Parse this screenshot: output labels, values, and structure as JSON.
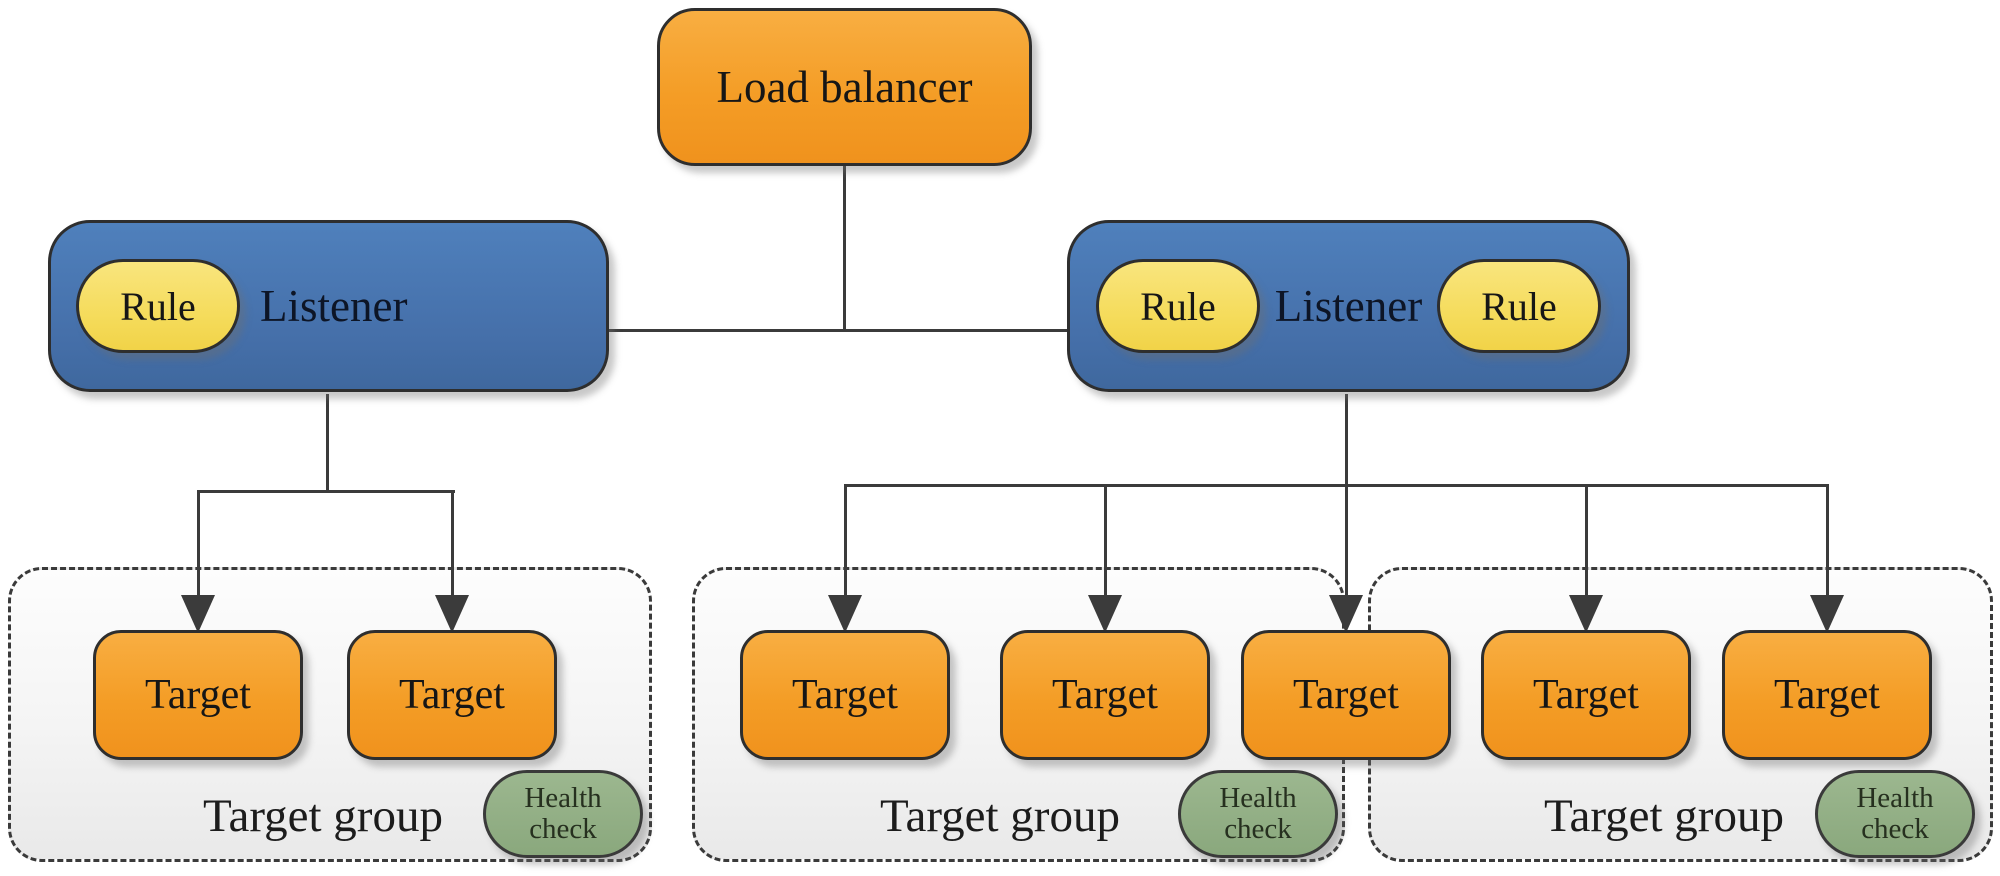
{
  "load_balancer": {
    "label": "Load balancer"
  },
  "listeners": [
    {
      "label": "Listener",
      "rules": [
        {
          "label": "Rule"
        }
      ]
    },
    {
      "label": "Listener",
      "rules": [
        {
          "label": "Rule"
        },
        {
          "label": "Rule"
        }
      ]
    }
  ],
  "target_groups": [
    {
      "label": "Target group",
      "health_check": "Health check",
      "targets": [
        {
          "label": "Target"
        },
        {
          "label": "Target"
        }
      ]
    },
    {
      "label": "Target group",
      "health_check": "Health check",
      "targets": [
        {
          "label": "Target"
        },
        {
          "label": "Target"
        },
        {
          "label": "Target",
          "shared_with_next_group": true
        }
      ]
    },
    {
      "label": "Target group",
      "health_check": "Health check",
      "targets": [
        {
          "label": "Target"
        },
        {
          "label": "Target"
        }
      ]
    }
  ],
  "colors": {
    "node_orange": "#f49d26",
    "listener_blue": "#4878b3",
    "rule_yellow": "#f5dc5c",
    "health_green": "#8fae85",
    "group_fill": "#f1f1f1",
    "connector": "#3b3b3b"
  }
}
